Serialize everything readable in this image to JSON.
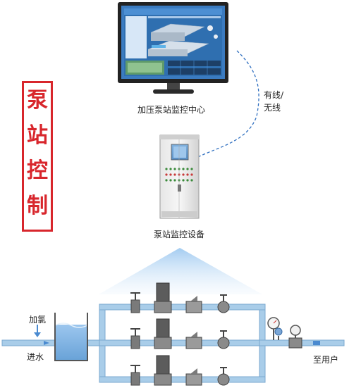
{
  "side_title": [
    "泵",
    "站",
    "控",
    "制"
  ],
  "labels": {
    "monitor_center": "加压泵站监控中心",
    "link_line1": "有线/",
    "link_line2": "无线",
    "cabinet": "泵站监控设备",
    "chlorine": "加氯",
    "inlet": "进水",
    "to_user": "至用户"
  },
  "colors": {
    "accent": "#d8262c",
    "pipe": "#a9cde9",
    "water": "#7fb3e2",
    "valve": "#6b6b6b",
    "link": "#2f6fc0"
  }
}
